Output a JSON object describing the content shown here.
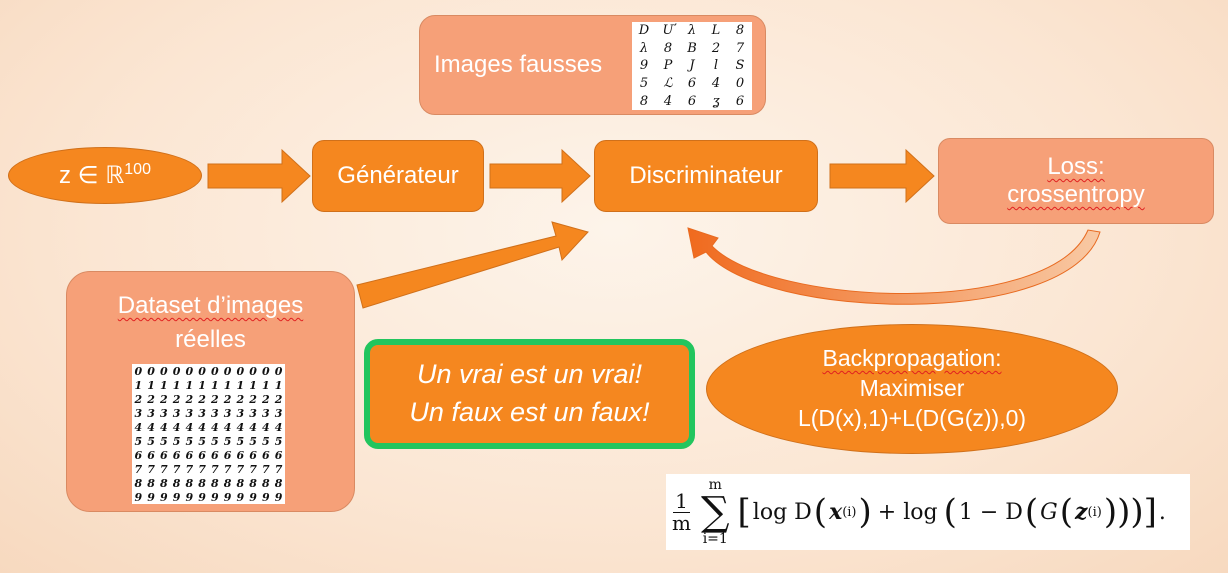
{
  "nodes": {
    "z_label": "z ∈ ℝ",
    "z_exp": "100",
    "generator": "Générateur",
    "discriminator": "Discriminateur",
    "loss_line1": "Loss:",
    "loss_line2": "crossentropy",
    "fake_images": "Images fausses",
    "dataset_line1": "Dataset d’images",
    "dataset_line2": "réelles",
    "message_line1": "Un vrai est un vrai!",
    "message_line2": "Un faux est un faux!",
    "backprop_line1": "Backpropagation:",
    "backprop_line2": "Maximiser",
    "backprop_line3": "L(D(x),1)+L(D(G(z)),0)"
  },
  "fake_digits": [
    "D",
    "Ư",
    "λ",
    "L",
    "8",
    "λ",
    "8",
    "B",
    "2",
    "7",
    "9",
    "P",
    "J",
    "l",
    "S",
    "5",
    "ℒ",
    "6",
    "4",
    "0",
    "8",
    "4",
    "6",
    "ʓ",
    "6"
  ],
  "real_digits": [
    "0",
    "0",
    "0",
    "0",
    "0",
    "0",
    "0",
    "0",
    "0",
    "0",
    "0",
    "0",
    "1",
    "1",
    "1",
    "1",
    "1",
    "1",
    "1",
    "1",
    "1",
    "1",
    "1",
    "1",
    "2",
    "2",
    "2",
    "2",
    "2",
    "2",
    "2",
    "2",
    "2",
    "2",
    "2",
    "2",
    "3",
    "3",
    "3",
    "3",
    "3",
    "3",
    "3",
    "3",
    "3",
    "3",
    "3",
    "3",
    "4",
    "4",
    "4",
    "4",
    "4",
    "4",
    "4",
    "4",
    "4",
    "4",
    "4",
    "4",
    "5",
    "5",
    "5",
    "5",
    "5",
    "5",
    "5",
    "5",
    "5",
    "5",
    "5",
    "5",
    "6",
    "6",
    "6",
    "6",
    "6",
    "6",
    "6",
    "6",
    "6",
    "6",
    "6",
    "6",
    "7",
    "7",
    "7",
    "7",
    "7",
    "7",
    "7",
    "7",
    "7",
    "7",
    "7",
    "7",
    "8",
    "8",
    "8",
    "8",
    "8",
    "8",
    "8",
    "8",
    "8",
    "8",
    "8",
    "8",
    "9",
    "9",
    "9",
    "9",
    "9",
    "9",
    "9",
    "9",
    "9",
    "9",
    "9",
    "9"
  ],
  "formula": {
    "frac_num": "1",
    "frac_den": "m",
    "sum_top": "m",
    "sum_bottom": "i=1",
    "term_log_d": "log D",
    "x_sup": "x",
    "sup": "(i)",
    "plus_log": "+ log",
    "one_minus_d": "1 − D",
    "g": "G",
    "z_sup": "z",
    "period": "."
  },
  "colors": {
    "orange": "#f5871f",
    "salmon": "#f6a078",
    "green_border": "#22c55e"
  }
}
